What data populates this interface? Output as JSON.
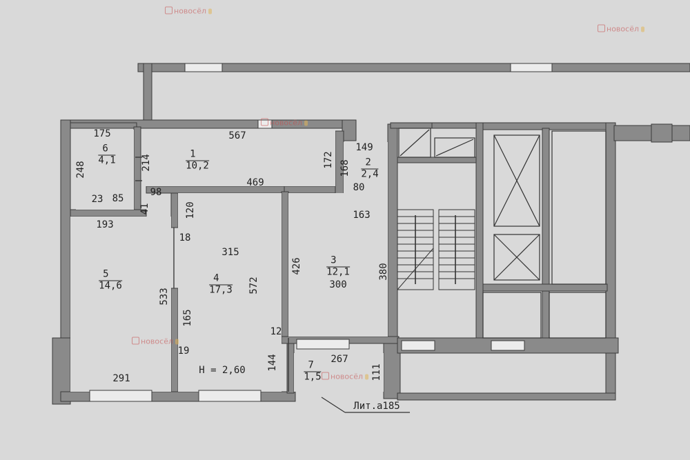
{
  "rooms": [
    {
      "num": "1",
      "area": "10,2"
    },
    {
      "num": "2",
      "area": "2,4"
    },
    {
      "num": "3",
      "area": "12,1"
    },
    {
      "num": "4",
      "area": "17,3"
    },
    {
      "num": "5",
      "area": "14,6"
    },
    {
      "num": "6",
      "area": "4,1"
    },
    {
      "num": "7",
      "area": "1,5"
    }
  ],
  "dims": {
    "d175": "175",
    "d567": "567",
    "d149": "149",
    "d172": "172",
    "d168": "168",
    "d80": "80",
    "d248": "248",
    "d214": "214",
    "d23": "23",
    "d85": "85",
    "d98": "98",
    "d469": "469",
    "d41": "41",
    "d193": "193",
    "d120": "120",
    "d163": "163",
    "d18": "18",
    "d315": "315",
    "d426": "426",
    "d572": "572",
    "d300": "300",
    "d380": "380",
    "d533": "533",
    "d165": "165",
    "d12": "12",
    "d19": "19",
    "d144": "144",
    "d267": "267",
    "d111": "111",
    "d291": "291"
  },
  "height_note": "H = 2,60",
  "litera": "Лит.а185",
  "watermark": "новосёл",
  "colors": {
    "wall": "#8a8a8a",
    "line": "#3a3a3a",
    "paper": "#d9d9d9",
    "watermark": "#c64a4a"
  }
}
